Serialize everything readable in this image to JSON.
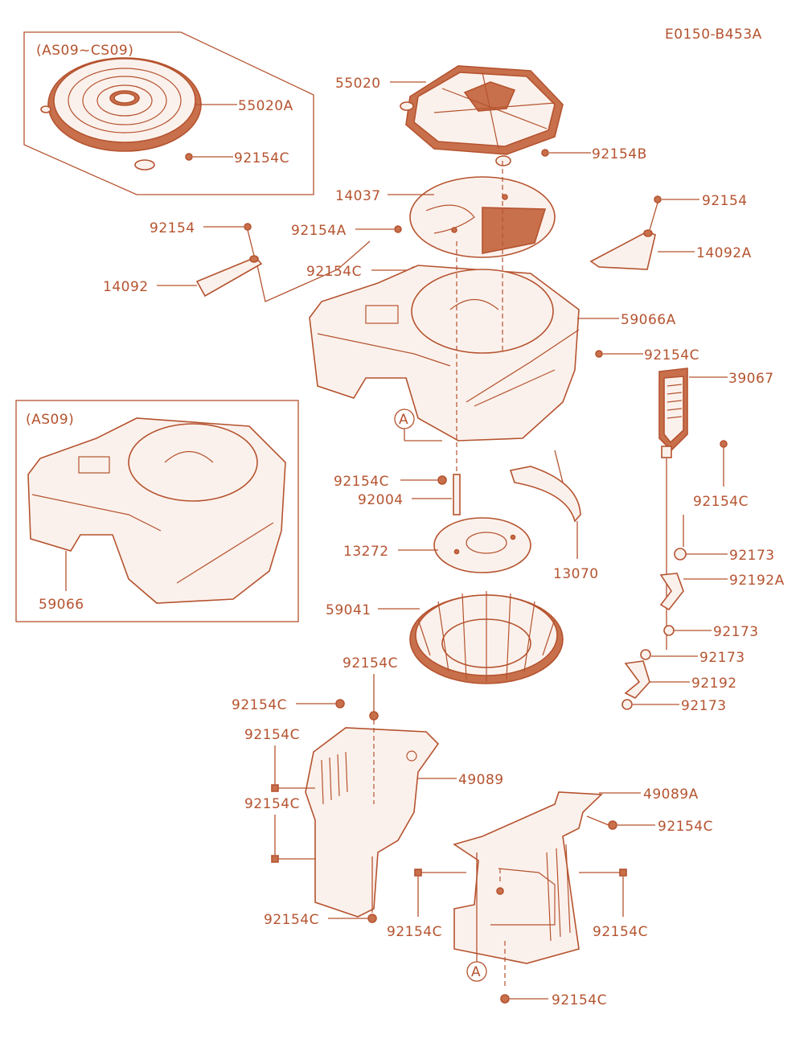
{
  "diagram_code": "E0150-B453A",
  "insets": {
    "top": "(AS09~CS09)",
    "side": "(AS09)"
  },
  "callouts": [
    "A",
    "A"
  ],
  "labels": {
    "l55020": "55020",
    "l55020A": "55020A",
    "l92154C_a": "92154C",
    "l92154B": "92154B",
    "l14037": "14037",
    "l92154_a": "92154",
    "l92154_b": "92154",
    "l92154A": "92154A",
    "l14092A": "14092A",
    "l14092": "14092",
    "l92154C_b": "92154C",
    "l59066A": "59066A",
    "l92154C_c": "92154C",
    "l39067": "39067",
    "l92154C_d": "92154C",
    "l92004": "92004",
    "l92154C_e": "92154C",
    "l59066": "59066",
    "l13272": "13272",
    "l13070": "13070",
    "l92173_a": "92173",
    "l92192A": "92192A",
    "l59041": "59041",
    "l92173_b": "92173",
    "l92173_c": "92173",
    "l92154C_f": "92154C",
    "l92192": "92192",
    "l92154C_g": "92154C",
    "l92173_d": "92173",
    "l92154C_h": "92154C",
    "l49089": "49089",
    "l92154C_i": "92154C",
    "l49089A": "49089A",
    "l92154C_j": "92154C",
    "l92154C_k": "92154C",
    "l92154C_l": "92154C",
    "l92154C_m": "92154C",
    "l92154C_n": "92154C"
  }
}
